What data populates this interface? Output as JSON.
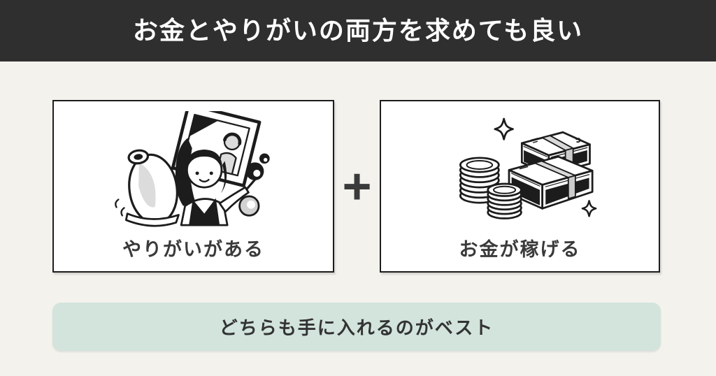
{
  "header": {
    "title": "お金とやりがいの両方を求めても良い"
  },
  "cards": [
    {
      "label": "やりがいがある",
      "illustration": "artist-with-vase-and-picture-frame"
    },
    {
      "label": "お金が稼げる",
      "illustration": "banknote-bundles-and-coin-stacks"
    }
  ],
  "operator": "+",
  "conclusion": {
    "text": "どちらも手に入れるのがベスト"
  },
  "colors": {
    "page_bg": "#f4f2ed",
    "header_bg": "#2f2f2f",
    "header_text": "#ffffff",
    "card_bg": "#ffffff",
    "card_border": "#1d1d1d",
    "label_text": "#3a3a3a",
    "conclusion_bg": "#d2e4dc",
    "conclusion_text": "#333333",
    "line_ink": "#1c1c1c",
    "illustration_gray": "#dcdcdc"
  }
}
